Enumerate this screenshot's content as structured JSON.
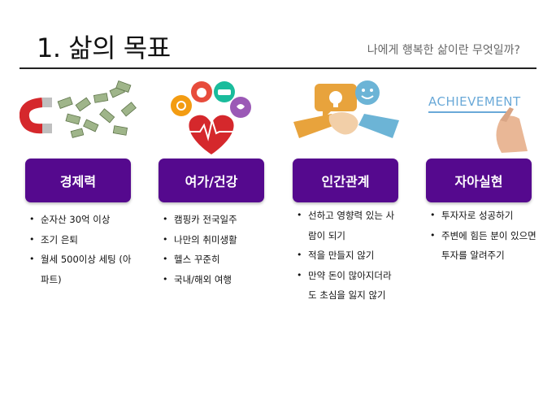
{
  "header": {
    "title": "1. 삶의 목표",
    "subtitle": "나에게 행복한 삶이란 무엇일까?"
  },
  "columns": [
    {
      "label": "경제력",
      "illustration": "magnet-money-icon",
      "items": [
        "순자산 30억 이상",
        "조기 은퇴",
        "월세 500이상 세팅 (아파트)"
      ]
    },
    {
      "label": "여가/건강",
      "illustration": "heart-lifestyle-icon",
      "items": [
        "캠핑카 전국일주",
        "나만의 취미생활",
        "헬스 꾸준히",
        "국내/해외 여행"
      ]
    },
    {
      "label": "인간관계",
      "illustration": "handshake-icon",
      "items": [
        "선하고 영향력 있는 사람이 되기",
        "적을 만들지 않기",
        "만약 돈이 많아지더라도 초심을 잃지 않기"
      ]
    },
    {
      "label": "자아실현",
      "illustration": "achievement-hand-icon",
      "achievement_text": "ACHIEVEMENT",
      "items": [
        "투자자로 성공하기",
        "주변에 힘든 분이 있으면 투자를 알려주기"
      ]
    }
  ],
  "colors": {
    "button": "#55098e",
    "rule": "#222222"
  }
}
